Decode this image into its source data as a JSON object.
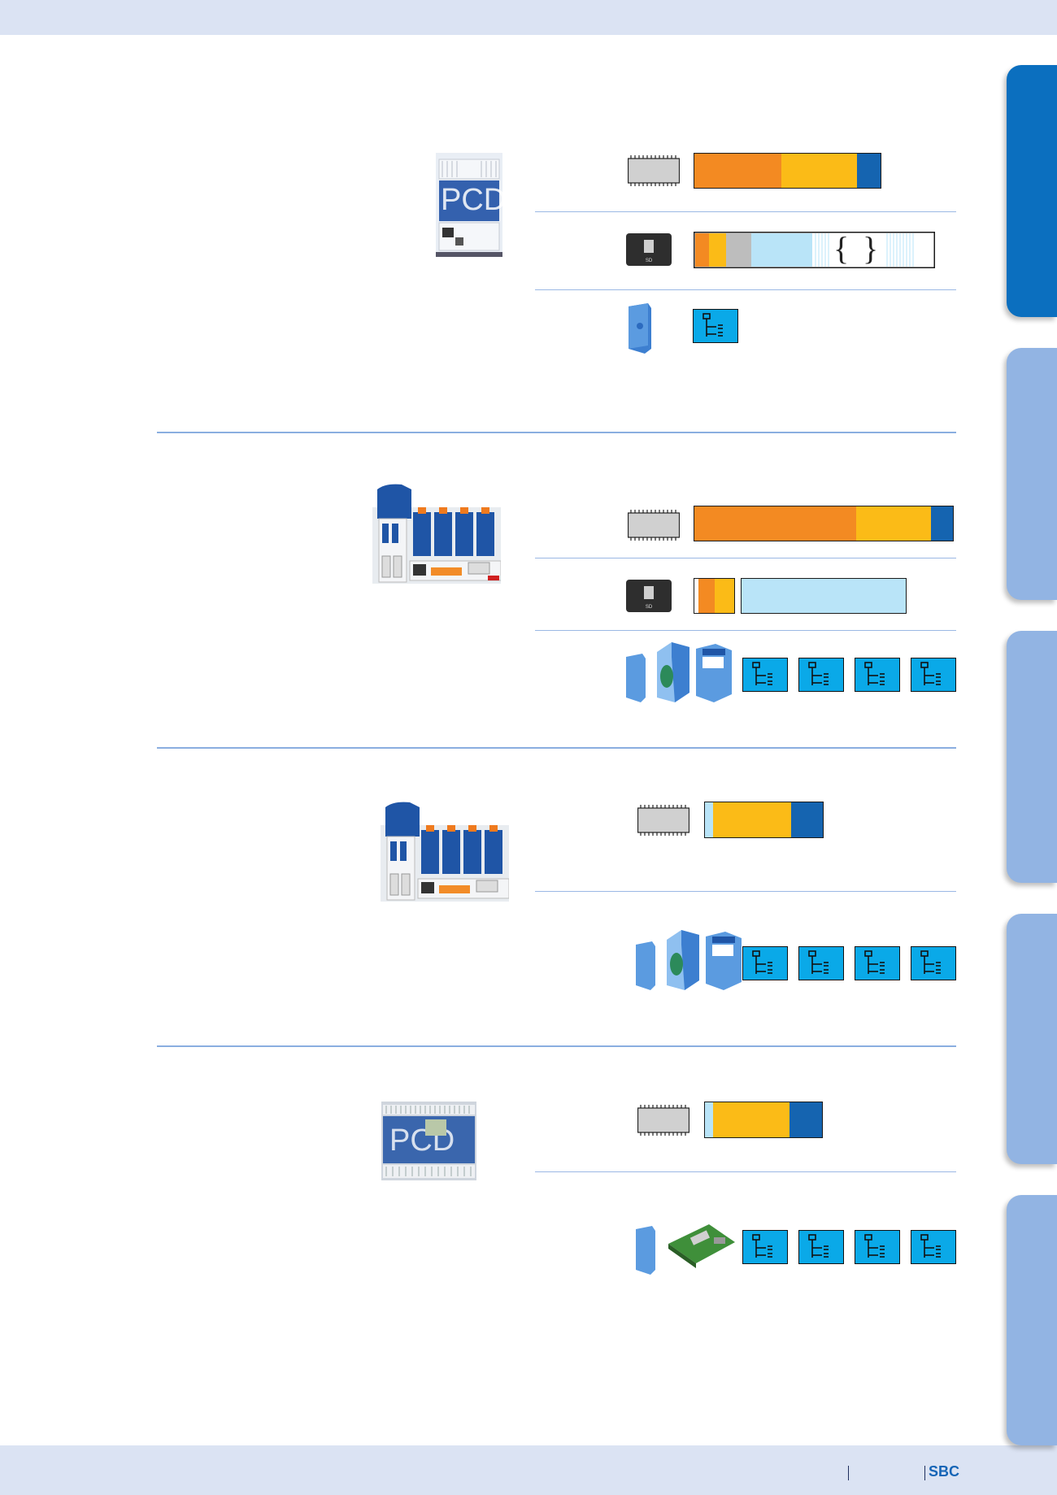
{
  "footer": {
    "brand": "SBC"
  },
  "colors": {
    "orange": "#f38a22",
    "yellow": "#fbbb17",
    "dark_blue": "#1564b0",
    "light_blue": "#b9e4f8",
    "gray": "#bdbdbd",
    "cyan": "#0aa9e8",
    "band": "#dbe3f3",
    "active_tab": "#0b6fbf",
    "inactive_tab": "#92b4e3"
  },
  "icons": [
    "memory-chip-icon",
    "microsd-card-icon",
    "flash-module-icon",
    "program-tree-icon"
  ],
  "sections": [
    {
      "device": "PCD1.M2 controller",
      "device_label": "PCD",
      "memory_bars": 2,
      "program_trees": 1
    },
    {
      "device": "PCD3 controller",
      "memory_bars": 2,
      "program_trees": 4
    },
    {
      "device": "PCD3 controller",
      "memory_bars": 1,
      "program_trees": 4
    },
    {
      "device": "PCD2.M5 controller",
      "device_label": "PCD",
      "memory_bars": 1,
      "program_trees": 4
    }
  ]
}
